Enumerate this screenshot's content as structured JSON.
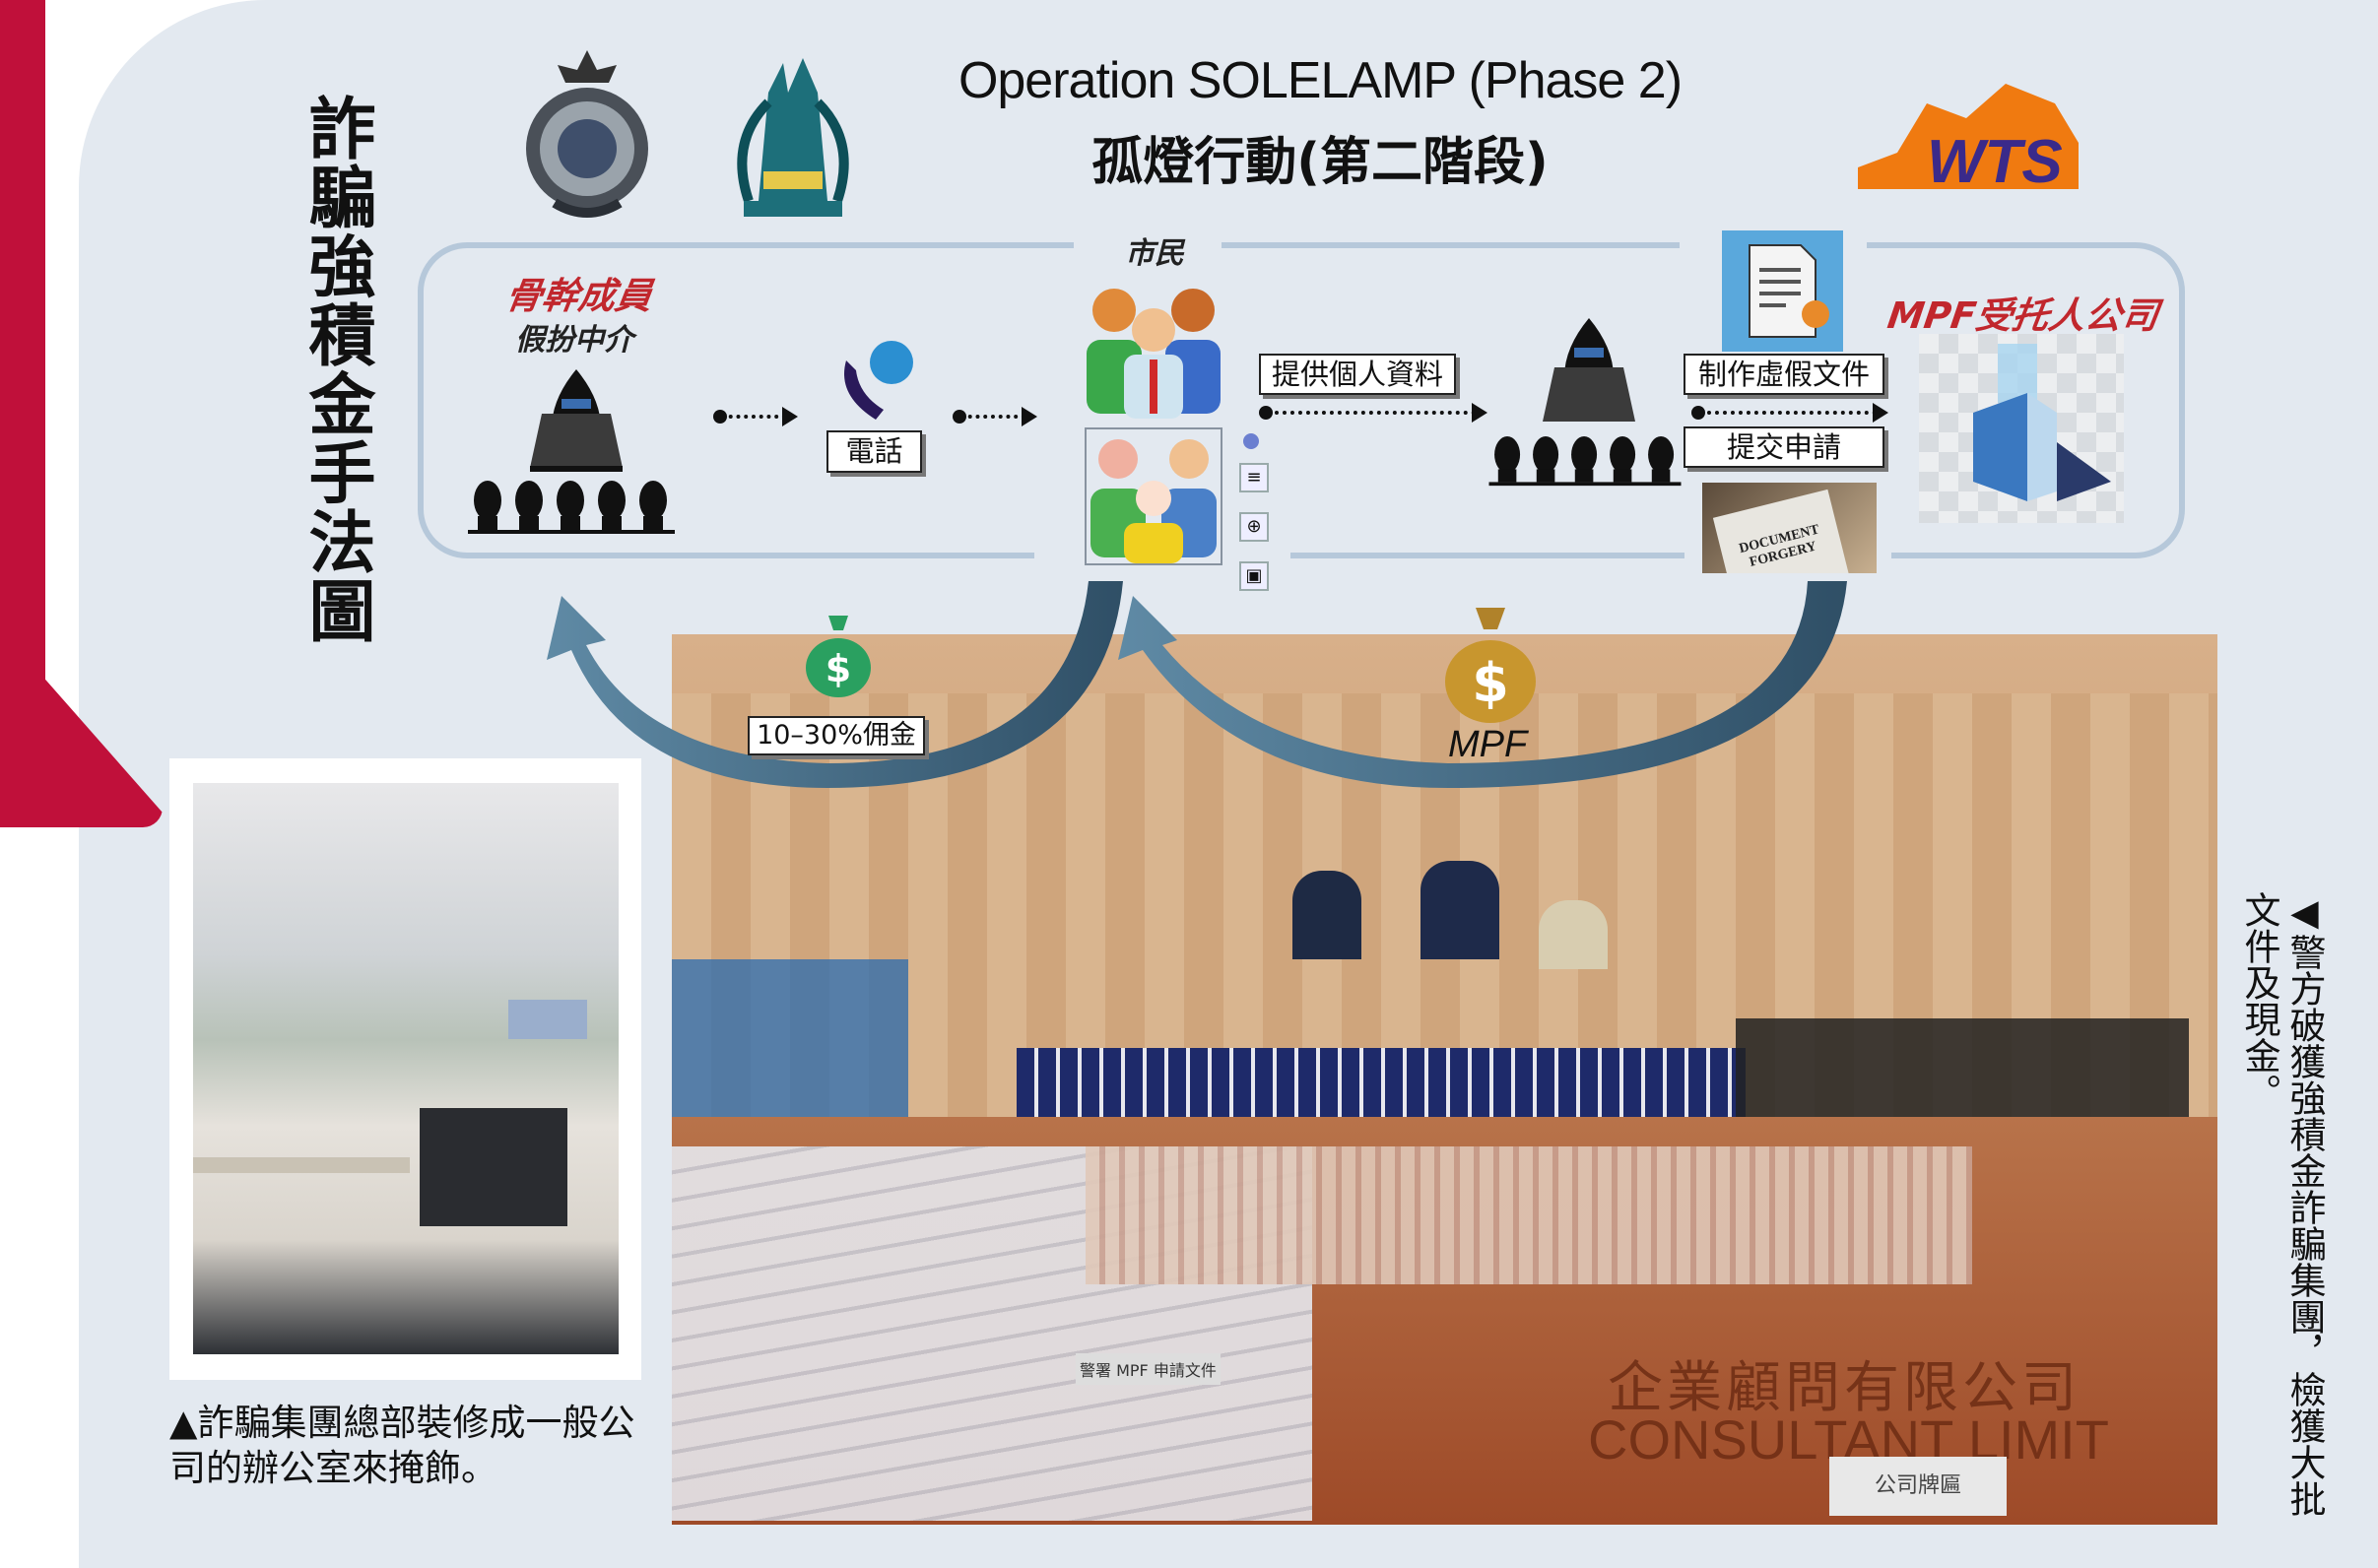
{
  "side_title": "詐騙強積金手法圖",
  "header": {
    "title_en": "Operation SOLELAMP (Phase 2)",
    "title_zh": "孤燈行動(第二階段)",
    "logos": [
      "police-crest",
      "ke-logo",
      "wts-logo"
    ],
    "wts_text": "WTS"
  },
  "flow": {
    "core_member": "骨幹成員",
    "pose_as_agent": "假扮中介",
    "phone_label": "電話",
    "citizens": "市民",
    "provide_info": "提供個人資料",
    "make_fake_docs": "制作虛假文件",
    "submit_application": "提交申請",
    "document_forgery": "DOCUMENT FORGERY",
    "mpf_trustee": "MPF受托人公司",
    "commission": "10–30%佣金",
    "mpf_bag": "MPF",
    "dollar": "$"
  },
  "colors": {
    "accent_red": "#c1272d",
    "panel_bg": "#e3e9f0",
    "side_bar": "#c0103a",
    "arrow_teal": "#4a7088"
  },
  "photo": {
    "sign_zh": "企業顧問有限公司",
    "sign_en": "CONSULTANT LIMIT",
    "plaque": "公司牌匾",
    "folder_label": "警署 MPF 申請文件"
  },
  "captions": {
    "left": "▲詐騙集團總部裝修成一般公司的辦公室來掩飾。",
    "right": "◀警方破獲強積金詐騙集團，檢獲大批文件及現金。"
  }
}
